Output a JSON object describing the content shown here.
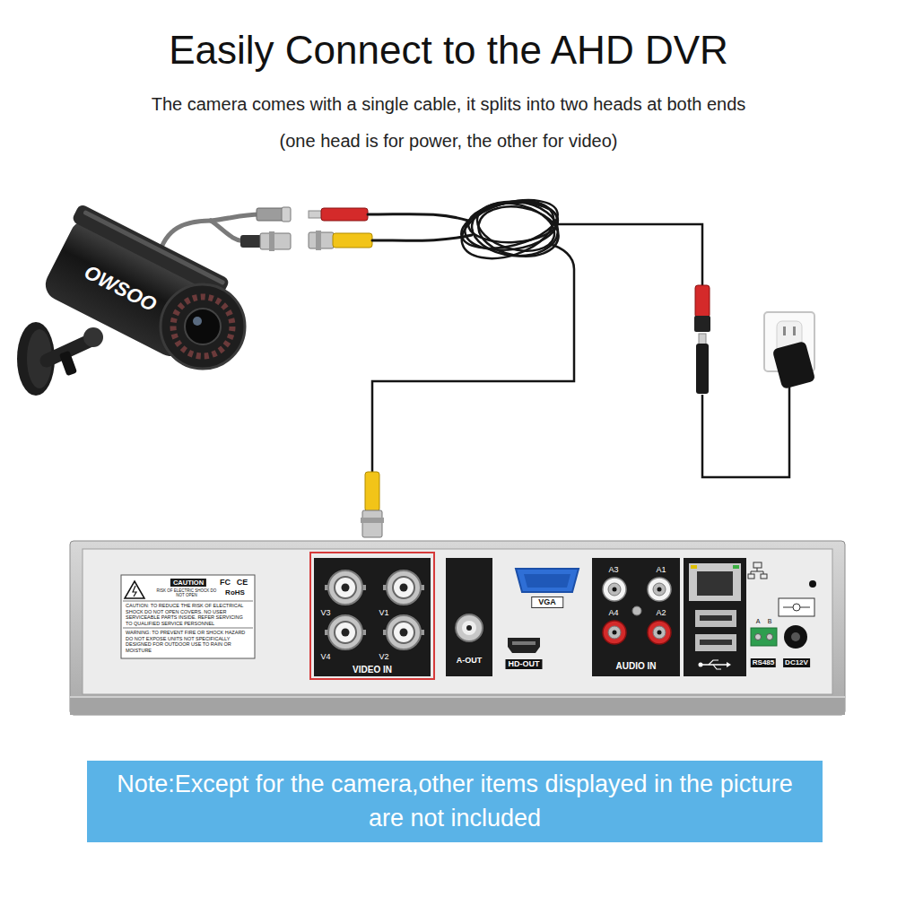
{
  "diagram": {
    "title": "Easily Connect to the AHD DVR",
    "nodes": [
      {
        "text": [
          "VIDEO IN"
        ]
      },
      {
        "text": [
          "Note:Except for the camera,other items displayed in the picture are not included"
        ]
      }
    ],
    "labels": [
      "The camera comes with a single cable, it splits into two heads at both ends",
      "(one head is for power, the other for video)",
      "OWSOO",
      "CAUTION",
      "RISK OF ELECTRIC SHOCK DO NOT OPEN",
      "FC",
      "CE",
      "RoHS",
      "CAUTION: TO REDUCE THE RISK OF ELECTRICAL SHOCK DO NOT OPEN COVERS. NO USER SERVICEABLE PARTS INSIDE. REFER SERVICING TO QUALIFIED SERVICE PERSONNEL",
      "WARNING: TO PREVENT FIRE OR SHOCK HAZARD DO NOT EXPOSE UNITS NOT SPECIFICALLY DESIGNED FOR OUTDOOR USE TO RAIN OR MOISTURE",
      "V3",
      "V1",
      "V4",
      "V2",
      "A-OUT",
      "VGA",
      "HD-OUT",
      "A3",
      "A1",
      "A4",
      "A2",
      "AUDIO IN",
      "A",
      "B",
      "RS485",
      "DC12V"
    ]
  }
}
